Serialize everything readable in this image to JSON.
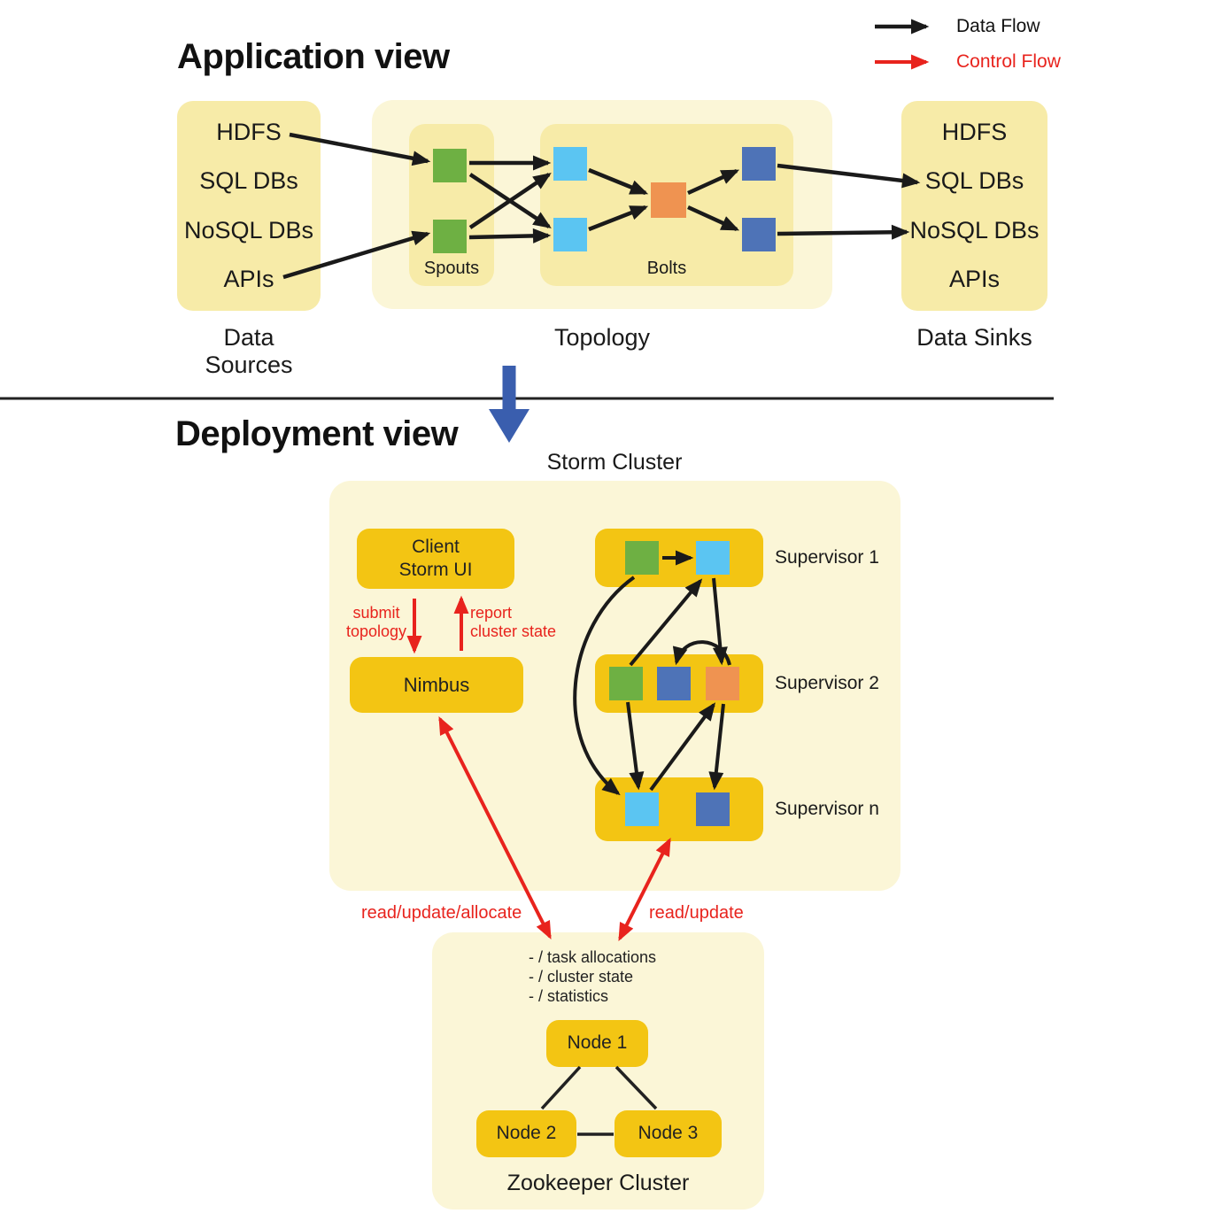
{
  "legend": {
    "data_flow": "Data Flow",
    "control_flow": "Control Flow"
  },
  "application_view": {
    "title": "Application view",
    "data_sources": {
      "label": "Data Sources",
      "items": [
        "HDFS",
        "SQL DBs",
        "NoSQL DBs",
        "APIs"
      ]
    },
    "topology": {
      "label": "Topology",
      "spouts_label": "Spouts",
      "bolts_label": "Bolts"
    },
    "data_sinks": {
      "label": "Data Sinks",
      "items": [
        "HDFS",
        "SQL DBs",
        "NoSQL DBs",
        "APIs"
      ]
    }
  },
  "deployment_view": {
    "title": "Deployment view",
    "storm_cluster_label": "Storm Cluster",
    "client": {
      "line1": "Client",
      "line2": "Storm UI"
    },
    "nimbus_label": "Nimbus",
    "supervisors": [
      "Supervisor 1",
      "Supervisor 2",
      "Supervisor n"
    ],
    "control_flow": {
      "submit": {
        "line1": "submit",
        "line2": "topology"
      },
      "report": {
        "line1": "report",
        "line2": "cluster state"
      },
      "nimbus_zookeeper": "read/update/allocate",
      "supervisor_zookeeper": "read/update"
    },
    "zookeeper": {
      "label": "Zookeeper Cluster",
      "znodes": [
        "- / task allocations",
        "- / cluster state",
        "- / statistics"
      ],
      "nodes": [
        "Node 1",
        "Node 2",
        "Node 3"
      ]
    }
  },
  "colors": {
    "container_light": "#FBF6D7",
    "container_medium": "#F7EBA8",
    "gold": "#F3C513",
    "green": "#6EB043",
    "light_blue": "#5BC5F2",
    "dark_blue": "#4E73B7",
    "orange": "#EF9351",
    "red": "#E8231D",
    "divider_blue": "#3A5EAE",
    "black": "#1A1A1A"
  }
}
